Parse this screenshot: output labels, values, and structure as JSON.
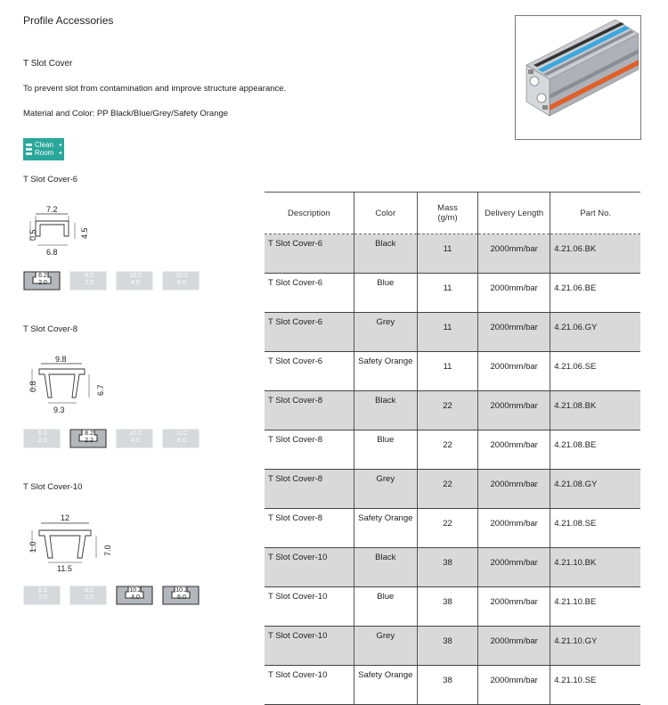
{
  "header": {
    "title": "Profile Accessories",
    "subtitle": "T Slot Cover",
    "description": "To prevent slot from contamination and improve structure appearance.",
    "material": "Material and Color: PP Black/Blue/Grey/Safety Orange"
  },
  "badge": {
    "line1": "Clean",
    "line2": "Room",
    "icon": "cube-icon",
    "color": "#2aa69a"
  },
  "sections": [
    {
      "label": "T Slot Cover-6",
      "dims": {
        "width_top": "7.2",
        "width_bottom": "6.8",
        "height": "4.5",
        "thickness": "0.5"
      },
      "profiles": [
        {
          "a": "6.2",
          "b": "2.0",
          "active": true
        },
        {
          "a": "8.2",
          "b": "2.2",
          "active": false
        },
        {
          "a": "10.2",
          "b": "4.0",
          "active": false
        },
        {
          "a": "10.2",
          "b": "6.0",
          "active": false
        }
      ]
    },
    {
      "label": "T Slot Cover-8",
      "dims": {
        "width_top": "9.8",
        "width_bottom": "9.3",
        "height": "6.7",
        "thickness": "0.8"
      },
      "profiles": [
        {
          "a": "6.2",
          "b": "2.0",
          "active": false
        },
        {
          "a": "8.2",
          "b": "2.2",
          "active": true
        },
        {
          "a": "10.2",
          "b": "4.0",
          "active": false
        },
        {
          "a": "10.2",
          "b": "6.0",
          "active": false
        }
      ]
    },
    {
      "label": "T Slot Cover-10",
      "dims": {
        "width_top": "12",
        "width_bottom": "11.5",
        "height": "7.0",
        "thickness": "1.0"
      },
      "profiles": [
        {
          "a": "6.2",
          "b": "2.0",
          "active": false
        },
        {
          "a": "8.2",
          "b": "2.2",
          "active": false
        },
        {
          "a": "10.2",
          "b": "4.0",
          "active": true
        },
        {
          "a": "10.2",
          "b": "6.0",
          "active": true
        }
      ]
    }
  ],
  "table": {
    "headers": [
      "Description",
      "Color",
      "Mass\n(g/m)",
      "Delivery Length",
      "Part No."
    ],
    "rows": [
      [
        "T Slot Cover-6",
        "Black",
        "11",
        "2000mm/bar",
        "4.21.06.BK"
      ],
      [
        "T Slot Cover-6",
        "Blue",
        "11",
        "2000mm/bar",
        "4.21.06.BE"
      ],
      [
        "T Slot Cover-6",
        "Grey",
        "11",
        "2000mm/bar",
        "4.21.06.GY"
      ],
      [
        "T Slot Cover-6",
        "Safety Orange",
        "11",
        "2000mm/bar",
        "4.21.06.SE"
      ],
      [
        "T Slot Cover-8",
        "Black",
        "22",
        "2000mm/bar",
        "4.21.08.BK"
      ],
      [
        "T Slot Cover-8",
        "Blue",
        "22",
        "2000mm/bar",
        "4.21.08.BE"
      ],
      [
        "T Slot Cover-8",
        "Grey",
        "22",
        "2000mm/bar",
        "4.21.08.GY"
      ],
      [
        "T Slot Cover-8",
        "Safety Orange",
        "22",
        "2000mm/bar",
        "4.21.08.SE"
      ],
      [
        "T Slot Cover-10",
        "Black",
        "38",
        "2000mm/bar",
        "4.21.10.BK"
      ],
      [
        "T Slot Cover-10",
        "Blue",
        "38",
        "2000mm/bar",
        "4.21.10.BE"
      ],
      [
        "T Slot Cover-10",
        "Grey",
        "38",
        "2000mm/bar",
        "4.21.10.GY"
      ],
      [
        "T Slot Cover-10",
        "Safety Orange",
        "38",
        "2000mm/bar",
        "4.21.10.SE"
      ]
    ]
  },
  "colors": {
    "row_alt": "#d9d9d9",
    "cover_blue": "#3aa8e0",
    "cover_orange": "#e0602a",
    "cover_black": "#333333",
    "aluminum": "#b8bcc2"
  }
}
